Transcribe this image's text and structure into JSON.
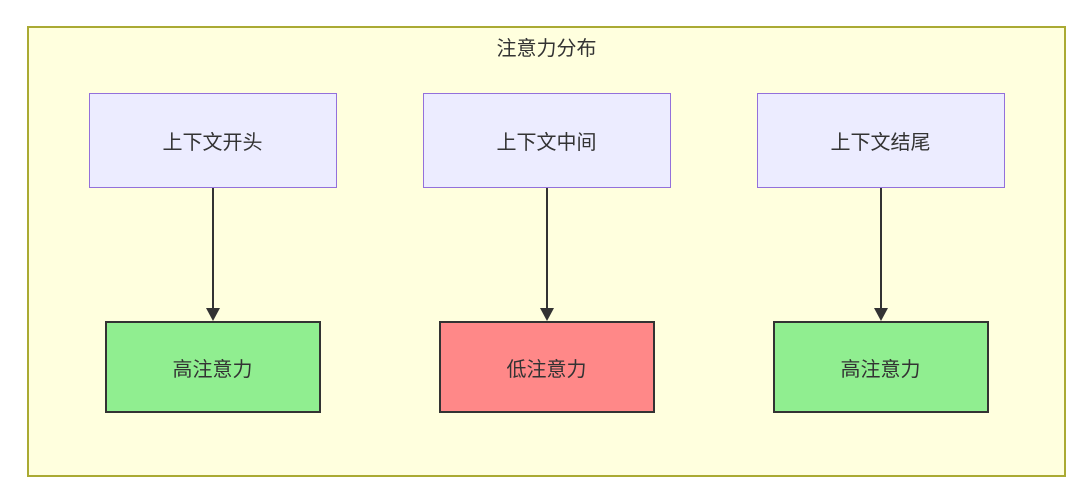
{
  "diagram": {
    "title": "注意力分布",
    "columns": [
      {
        "source": "上下文开头",
        "target": "高注意力",
        "level": "high"
      },
      {
        "source": "上下文中间",
        "target": "低注意力",
        "level": "low"
      },
      {
        "source": "上下文结尾",
        "target": "高注意力",
        "level": "high"
      }
    ],
    "colors": {
      "canvas_fill": "#ffffde",
      "canvas_border": "#aaaa33",
      "source_fill": "#ececff",
      "source_border": "#9370db",
      "high_attention_fill": "#90ee90",
      "low_attention_fill": "#ff8888",
      "target_border": "#333333",
      "edge": "#333333",
      "text": "#333333"
    }
  }
}
